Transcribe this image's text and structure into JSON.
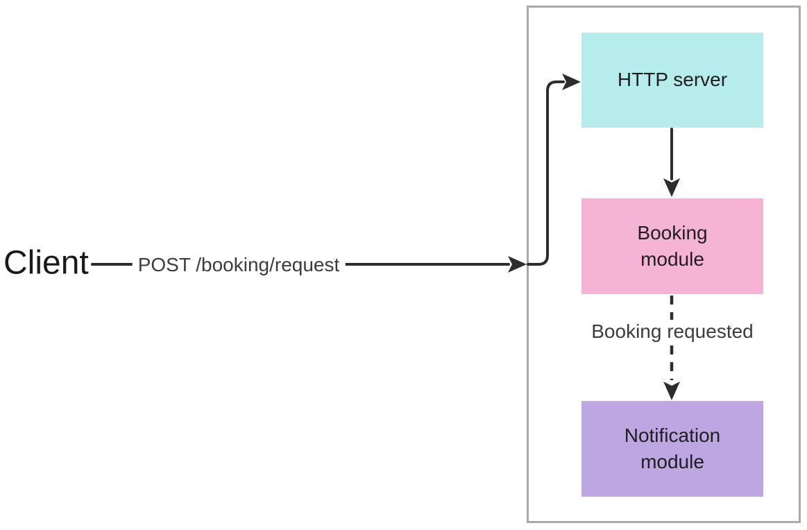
{
  "diagram": {
    "client_label": "Client",
    "container": {
      "role": "booking-service-boundary"
    },
    "nodes": [
      {
        "id": "http-server",
        "label": "HTTP server",
        "fill": "#b6ecec"
      },
      {
        "id": "booking-module",
        "label": "Booking\nmodule",
        "fill": "#f5b3d5"
      },
      {
        "id": "notification-module",
        "label": "Notification\nmodule",
        "fill": "#bda6e1"
      }
    ],
    "edges": [
      {
        "from": "Client",
        "to": "HTTP server",
        "label": "POST /booking/request",
        "style": "solid"
      },
      {
        "from": "HTTP server",
        "to": "Booking module",
        "label": "",
        "style": "solid"
      },
      {
        "from": "Booking module",
        "to": "Notification module",
        "label": "Booking requested",
        "style": "dashed"
      }
    ],
    "colors": {
      "background": "#ffffff",
      "container_border": "#a9a9a9",
      "arrow_stroke": "#2d2d2d",
      "node_text": "#1e1e1e",
      "label_text": "#3c3c3c"
    }
  }
}
